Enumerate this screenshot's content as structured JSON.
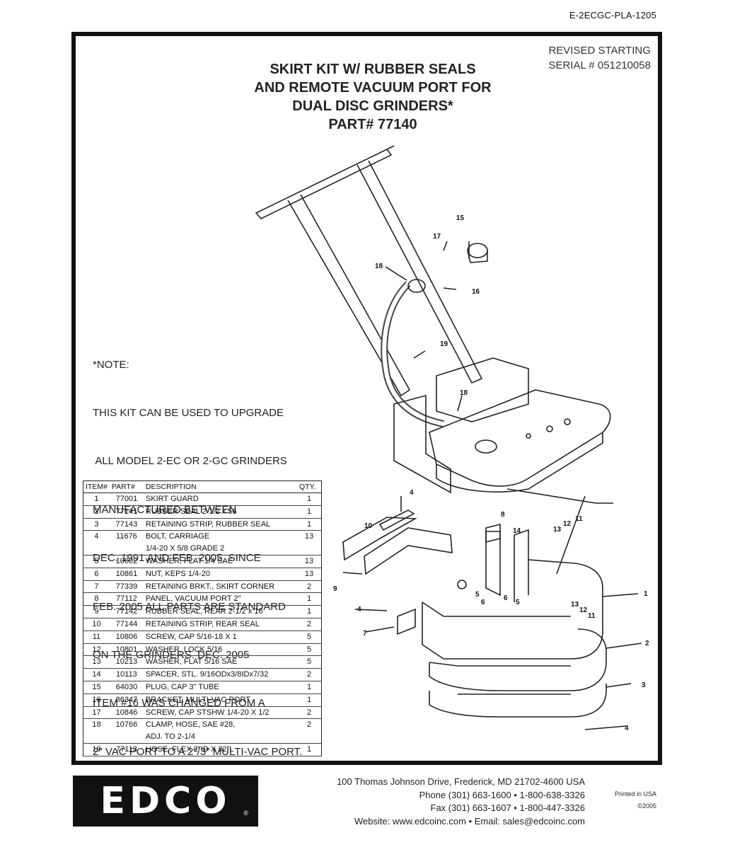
{
  "doc_id": "E-2ECGC-PLA-1205",
  "revised": [
    "REVISED STARTING",
    "SERIAL # 051210058"
  ],
  "title": [
    "SKIRT KIT W/ RUBBER SEALS",
    "AND REMOTE VACUUM PORT FOR",
    "DUAL DISC GRINDERS*",
    "PART# 77140"
  ],
  "note": [
    "*NOTE:",
    "THIS KIT CAN BE USED TO UPGRADE",
    " ALL MODEL 2-EC OR 2-GC GRINDERS",
    "MANUFACTURED BETWEEN",
    "DEC. 1991 AND FEB. 2005. SINCE",
    "FEB. 2005 ALL PARTS ARE STANDARD",
    "ON THE GRINDERS. DEC. 2005",
    "ITEM #16 WAS CHANGED FROM A",
    "2\" VAC PORT TO A 2\"/3\" MULTI-VAC PORT."
  ],
  "table": {
    "headers": [
      "ITEM#",
      "PART#",
      "DESCRIPTION",
      "QTY."
    ],
    "rows": [
      [
        "1",
        "77001",
        "SKIRT GUARD",
        "1"
      ],
      [
        "2",
        "77141",
        "RUBBER SEAL 2-1/2 x 56",
        "1"
      ],
      [
        "3",
        "77143",
        "RETAINING STRIP, RUBBER SEAL",
        "1"
      ],
      [
        "4",
        "11676",
        "BOLT, CARRIAGE",
        "13"
      ],
      [
        "",
        "",
        "1/4-20 X 5/8 GRADE 2",
        ""
      ],
      [
        "5",
        "10602",
        "WASHER, FLAT 1/4 SAE",
        "13"
      ],
      [
        "6",
        "10861",
        "NUT, KEPS 1/4-20",
        "13"
      ],
      [
        "7",
        "77339",
        "RETAINING BRKT., SKIRT CORNER",
        "2"
      ],
      [
        "8",
        "77112",
        "PANEL, VACUUM PORT 2\"",
        "1"
      ],
      [
        "9",
        "77142",
        "RUBBER SEAL, REAR 2-1/2 x 16",
        "1"
      ],
      [
        "10",
        "77144",
        "RETAINING STRIP, REAR SEAL",
        "2"
      ],
      [
        "11",
        "10806",
        "SCREW, CAP 5/16-18 X 1",
        "5"
      ],
      [
        "12",
        "10801",
        "WASHER, LOCK 5/16",
        "5"
      ],
      [
        "13",
        "10213",
        "WASHER, FLAT 5/16 SAE",
        "5"
      ],
      [
        "14",
        "10113",
        "SPACER, STL. 9/16ODx3/8IDx7/32",
        "2"
      ],
      [
        "15",
        "64030",
        "PLUG, CAP 3\" TUBE",
        "1"
      ],
      [
        "16",
        "86347",
        "BRACKET, MULTI-VAC PORT",
        "1"
      ],
      [
        "17",
        "10846",
        "SCREW, CAP STSHW 1/4-20 X 1/2",
        "2"
      ],
      [
        "18",
        "10766",
        "CLAMP, HOSE, SAE #28,",
        "2"
      ],
      [
        "",
        "",
        "ADJ. TO 2-1/4",
        ""
      ],
      [
        "19",
        "77113",
        "HOSE, FLEX 2\"ID X 32\"L",
        "1"
      ]
    ]
  },
  "callouts": [
    "15",
    "17",
    "18",
    "16",
    "19",
    "18",
    "4",
    "10",
    "8",
    "14",
    "13",
    "12",
    "11",
    "9",
    "5",
    "6",
    "6",
    "5",
    "4",
    "7",
    "1",
    "13",
    "12",
    "11",
    "2",
    "3",
    "4"
  ],
  "logo_text": "EDCO",
  "logo_mark": "®",
  "address": [
    "100 Thomas Johnson Drive, Frederick, MD 21702-4600 USA",
    "Phone (301) 663-1600 • 1-800-638-3326",
    "Fax (301) 663-1607 • 1-800-447-3326",
    "Website: www.edcoinc.com • Email: sales@edcoinc.com"
  ],
  "printed": [
    "Printed in USA",
    "©2005"
  ]
}
